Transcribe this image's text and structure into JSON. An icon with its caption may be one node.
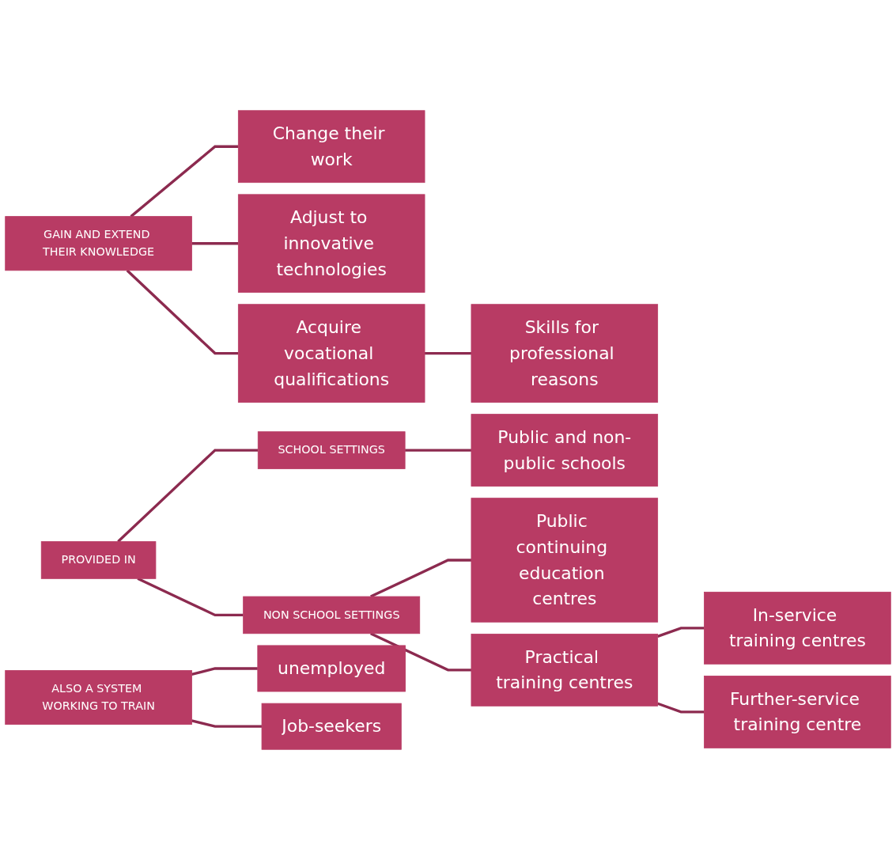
{
  "diagram": {
    "nodes": [
      {
        "text": [
          "GAIN AND EXTEND THEIR KNOWLEDGE"
        ]
      },
      {
        "text": [
          "Change their work"
        ]
      },
      {
        "text": [
          "Adjust to innovative technologies"
        ]
      },
      {
        "text": [
          "Acquire vocational qualifications"
        ]
      },
      {
        "text": [
          "Skills for professional reasons"
        ]
      },
      {
        "text": [
          "PROVIDED IN"
        ]
      },
      {
        "text": [
          "SCHOOL SETTINGS"
        ]
      },
      {
        "text": [
          "Public and non-public schools"
        ]
      },
      {
        "text": [
          "NON SCHOOL SETTINGS"
        ]
      },
      {
        "text": [
          "Public continuing education centres"
        ]
      },
      {
        "text": [
          "Practical training centres"
        ]
      },
      {
        "text": [
          "In-service training centres"
        ]
      },
      {
        "text": [
          "Further-service training centre"
        ]
      },
      {
        "text": [
          "ALSO A SYSTEM WORKING TO TRAIN"
        ]
      },
      {
        "text": [
          "unemployed"
        ]
      },
      {
        "text": [
          "Job-seekers"
        ]
      }
    ],
    "edges": [
      {
        "from": 0,
        "to": 1,
        "arrow": "none"
      },
      {
        "from": 0,
        "to": 2,
        "arrow": "none"
      },
      {
        "from": 0,
        "to": 3,
        "arrow": "none"
      },
      {
        "from": 3,
        "to": 4,
        "arrow": "none"
      },
      {
        "from": 5,
        "to": 6,
        "arrow": "none"
      },
      {
        "from": 5,
        "to": 8,
        "arrow": "none"
      },
      {
        "from": 6,
        "to": 7,
        "arrow": "none"
      },
      {
        "from": 8,
        "to": 9,
        "arrow": "none"
      },
      {
        "from": 8,
        "to": 10,
        "arrow": "none"
      },
      {
        "from": 10,
        "to": 11,
        "arrow": "none"
      },
      {
        "from": 10,
        "to": 12,
        "arrow": "none"
      },
      {
        "from": 13,
        "to": 14,
        "arrow": "none"
      },
      {
        "from": 13,
        "to": 15,
        "arrow": "none"
      }
    ]
  }
}
